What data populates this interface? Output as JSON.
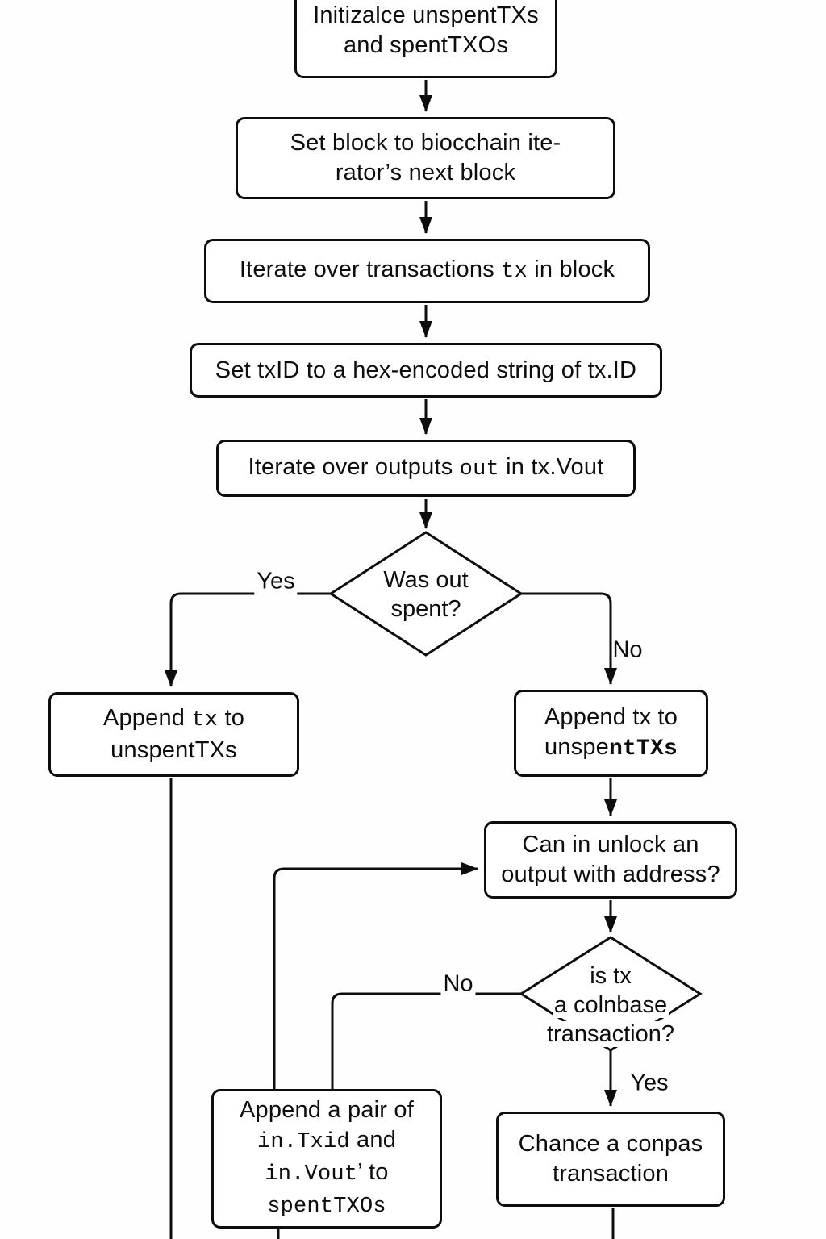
{
  "diagram": {
    "title": "UTXO flowchart",
    "background_color": "#ffffff",
    "stroke_color": "#0d0d0d",
    "nodes": [
      {
        "id": "init",
        "type": "process",
        "lines": [
          [
            {
              "text": "Initizalce unspentTXs"
            }
          ],
          [
            {
              "text": "and spentTXOs"
            }
          ]
        ]
      },
      {
        "id": "set-block",
        "type": "process",
        "lines": [
          [
            {
              "text": "Set block to biocchain ite-"
            }
          ],
          [
            {
              "text": "rator’s next block"
            }
          ]
        ]
      },
      {
        "id": "iterate-tx",
        "type": "process",
        "lines": [
          [
            {
              "text": "Iterate over transactions "
            },
            {
              "text": "tx",
              "mono": true
            },
            {
              "text": " in block"
            }
          ]
        ]
      },
      {
        "id": "set-txid",
        "type": "process",
        "lines": [
          [
            {
              "text": "Set txID to a hex-encoded string of tx.ID"
            }
          ]
        ]
      },
      {
        "id": "iterate-out",
        "type": "process",
        "lines": [
          [
            {
              "text": "Iterate over outputs "
            },
            {
              "text": "out",
              "mono": true
            },
            {
              "text": " in tx.Vout"
            }
          ]
        ]
      },
      {
        "id": "was-out-spent",
        "type": "decision",
        "lines": [
          [
            {
              "text": "Was out"
            }
          ],
          [
            {
              "text": "spent?"
            }
          ]
        ]
      },
      {
        "id": "append-tx-left",
        "type": "process",
        "lines": [
          [
            {
              "text": "Append "
            },
            {
              "text": "tx",
              "mono": true
            },
            {
              "text": " to"
            }
          ],
          [
            {
              "text": "unspentTXs"
            }
          ]
        ]
      },
      {
        "id": "append-tx-right",
        "type": "process",
        "lines": [
          [
            {
              "text": "Append tx to"
            }
          ],
          [
            {
              "text": "unspe"
            },
            {
              "text": "ntTXs",
              "monobold": true
            }
          ]
        ]
      },
      {
        "id": "can-unlock",
        "type": "process",
        "lines": [
          [
            {
              "text": "Can in unlock an"
            }
          ],
          [
            {
              "text": "output with address?"
            }
          ]
        ]
      },
      {
        "id": "is-coinbase",
        "type": "decision",
        "lines": [
          [
            {
              "text": "is tx"
            }
          ],
          [
            {
              "text": "a colnbase"
            }
          ],
          [
            {
              "text": "transaction?"
            }
          ]
        ]
      },
      {
        "id": "append-pair",
        "type": "process",
        "lines": [
          [
            {
              "text": "Append a pair of"
            }
          ],
          [
            {
              "text": "in.Txid",
              "mono": true
            },
            {
              "text": " and"
            }
          ],
          [
            {
              "text": "in.Vout",
              "mono": true
            },
            {
              "text": "’ to"
            }
          ],
          [
            {
              "text": "spentTXOs",
              "mono": true
            }
          ]
        ]
      },
      {
        "id": "chance-transaction",
        "type": "process",
        "lines": [
          [
            {
              "text": "Chance a conpas"
            }
          ],
          [
            {
              "text": "transaction"
            }
          ]
        ]
      }
    ],
    "edges": [
      {
        "from": "init",
        "to": "set-block",
        "label": ""
      },
      {
        "from": "set-block",
        "to": "iterate-tx",
        "label": ""
      },
      {
        "from": "iterate-tx",
        "to": "set-txid",
        "label": ""
      },
      {
        "from": "set-txid",
        "to": "iterate-out",
        "label": ""
      },
      {
        "from": "iterate-out",
        "to": "was-out-spent",
        "label": ""
      },
      {
        "from": "was-out-spent",
        "to": "append-tx-left",
        "label": "Yes"
      },
      {
        "from": "was-out-spent",
        "to": "append-tx-right",
        "label": "No"
      },
      {
        "from": "append-tx-right",
        "to": "can-unlock",
        "label": ""
      },
      {
        "from": "can-unlock",
        "to": "is-coinbase",
        "label": ""
      },
      {
        "from": "is-coinbase",
        "to": "append-pair",
        "label": "No"
      },
      {
        "from": "is-coinbase",
        "to": "chance-transaction",
        "label": "Yes"
      },
      {
        "from": "append-pair",
        "to": "can-unlock",
        "label": ""
      },
      {
        "from": "append-tx-left",
        "to": "off-screen-bottom",
        "label": ""
      },
      {
        "from": "chance-transaction",
        "to": "off-screen-bottom",
        "label": ""
      },
      {
        "from": "append-pair",
        "to": "off-screen-bottom",
        "label": ""
      }
    ]
  }
}
